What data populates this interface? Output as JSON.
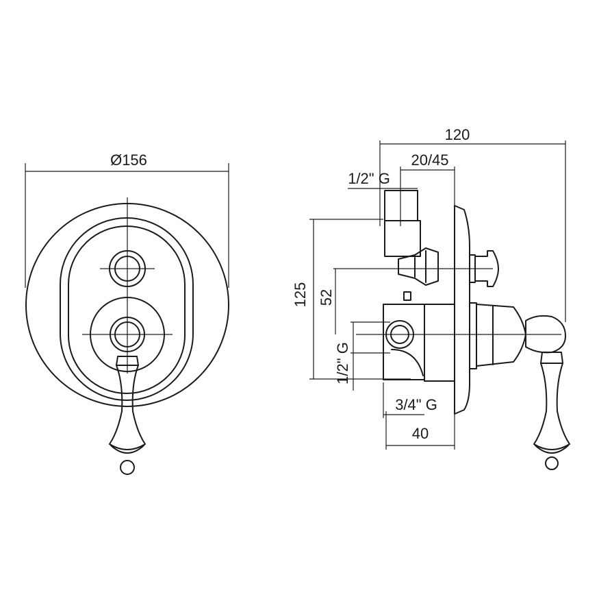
{
  "dimensions": {
    "front_diameter": "Ø156",
    "overall_depth": "120",
    "wall_depth_range": "20/45",
    "top_inlet_thread": "1/2\" G",
    "height": "125",
    "offset": "52",
    "side_outlet_thread": "1/2\" G",
    "bottom_outlet_thread": "3/4\" G",
    "body_depth": "40"
  }
}
